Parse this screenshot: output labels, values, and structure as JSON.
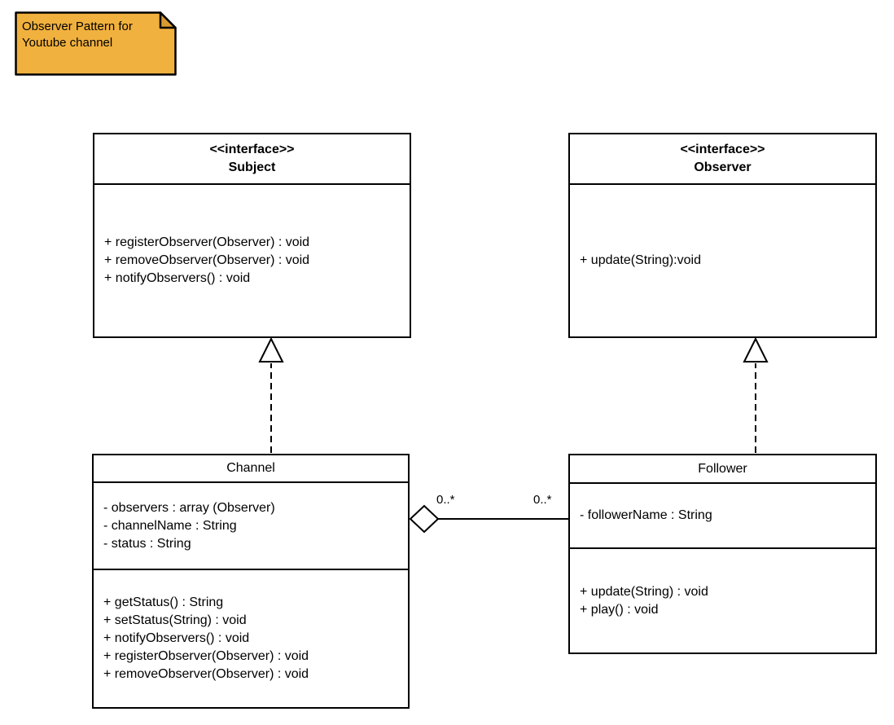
{
  "note": {
    "lines": [
      "Observer Pattern for",
      "Youtube channel"
    ]
  },
  "classes": {
    "subject": {
      "stereotype": "<<interface>>",
      "name": "Subject",
      "methods": [
        "+ registerObserver(Observer) : void",
        "+ removeObserver(Observer) : void",
        "+ notifyObservers() : void"
      ]
    },
    "observer": {
      "stereotype": "<<interface>>",
      "name": "Observer",
      "methods": [
        "+ update(String):void"
      ]
    },
    "channel": {
      "name": "Channel",
      "attributes": [
        "- observers : array (Observer)",
        "- channelName : String",
        "- status : String"
      ],
      "methods": [
        "+ getStatus() : String",
        "+ setStatus(String) : void",
        "+ notifyObservers() : void",
        "+ registerObserver(Observer) : void",
        "+ removeObserver(Observer) : void"
      ]
    },
    "follower": {
      "name": "Follower",
      "attributes": [
        "- followerName : String"
      ],
      "methods": [
        "+ update(String) : void",
        "+ play() : void"
      ]
    }
  },
  "relationships": {
    "aggregation_channel_follower": {
      "channel_end_multiplicity": "0..*",
      "follower_end_multiplicity": "0..*"
    }
  },
  "colors": {
    "background": "#ffffff",
    "stroke": "#000000",
    "note_fill": "#f1b13e",
    "note_fold": "#d99b31"
  }
}
